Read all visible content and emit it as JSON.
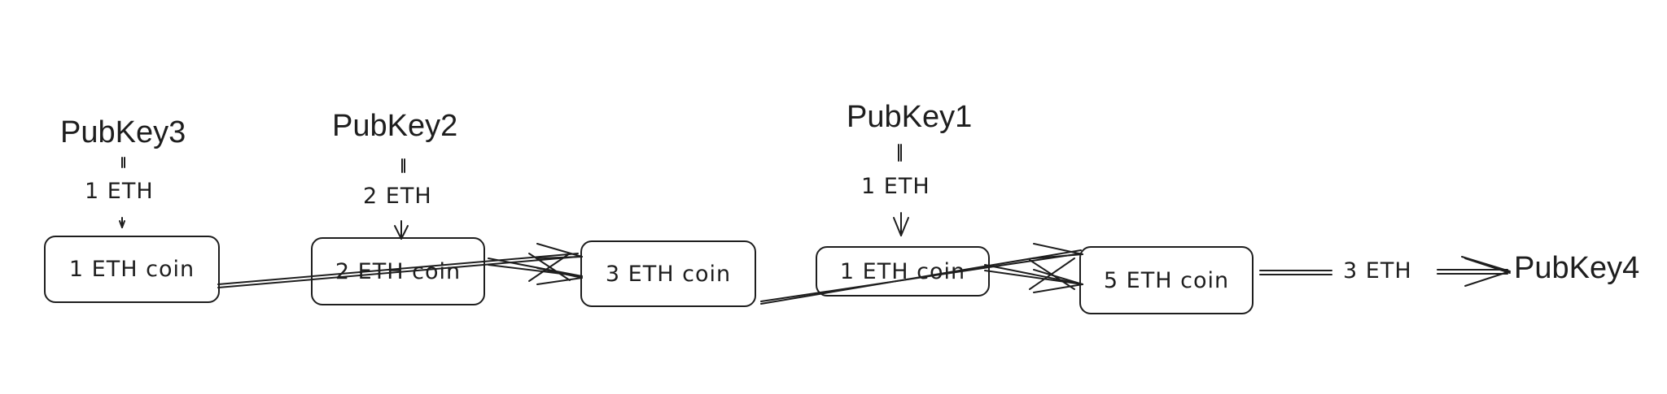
{
  "pubkeys": {
    "pubkey3": "PubKey3",
    "pubkey2": "PubKey2",
    "pubkey1": "PubKey1",
    "pubkey4": "PubKey4"
  },
  "amounts": {
    "pubkey3_amount": "1 ETH",
    "pubkey2_amount": "2 ETH",
    "pubkey1_amount": "1 ETH",
    "output_amount": "3 ETH"
  },
  "coins": {
    "coin_a": "1 ETH coin",
    "coin_b": "2 ETH coin",
    "coin_c": "3 ETH coin",
    "coin_d": "1 ETH coin",
    "coin_e": "5 ETH coin"
  },
  "colors": {
    "stroke": "#1e1e1e",
    "background": "#ffffff"
  }
}
